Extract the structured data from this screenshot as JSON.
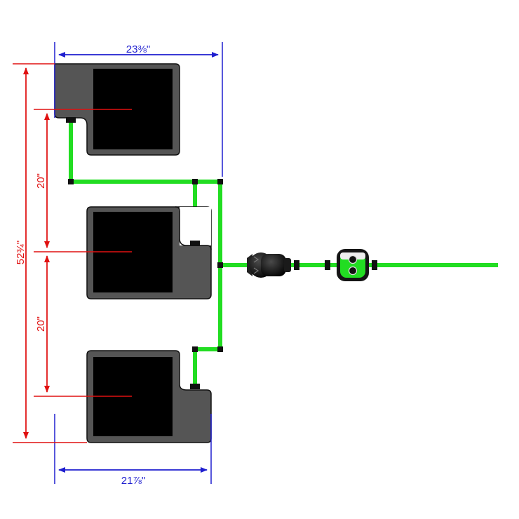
{
  "colors": {
    "dimension_blue": "#1f1fcf",
    "dimension_red": "#e01010",
    "hose_green": "#22dd22",
    "tray_gray": "#555555",
    "tray_inner": "#000000",
    "fitting_black": "#111111"
  },
  "dimensions": {
    "top_width": "23⅜\"",
    "bottom_width": "21⅞\"",
    "total_height": "52¾\"",
    "spacing_upper": "20\"",
    "spacing_lower": "20\""
  },
  "components": {
    "trays": [
      "tray",
      "tray",
      "tray"
    ],
    "filter_icon": "inline-filter-icon",
    "valve_icon": "shutoff-valve-icon"
  }
}
